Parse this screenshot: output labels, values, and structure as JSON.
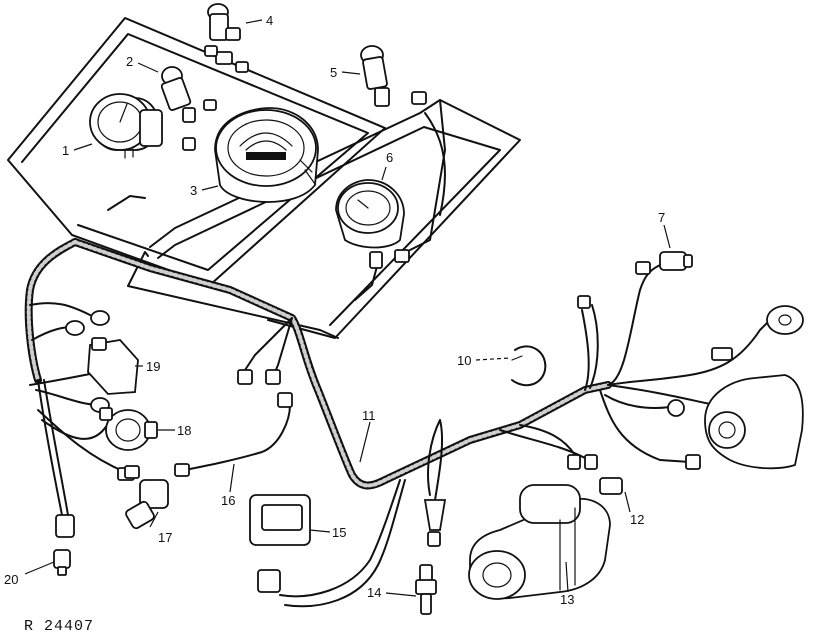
{
  "figure": {
    "caption": "R 24407",
    "callouts": [
      "1",
      "2",
      "3",
      "4",
      "5",
      "6",
      "7",
      "10",
      "11",
      "12",
      "13",
      "14",
      "15",
      "16",
      "17",
      "18",
      "19",
      "20"
    ]
  }
}
